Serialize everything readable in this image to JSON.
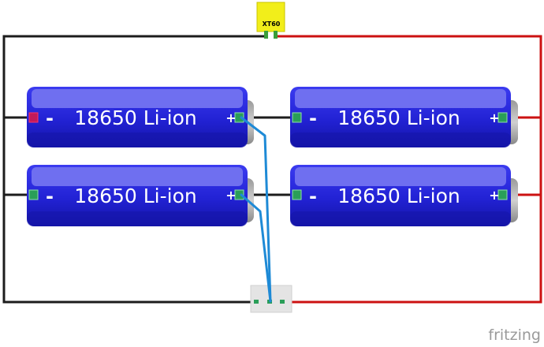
{
  "connector": {
    "label": "XT60",
    "color": "#f2ee1a"
  },
  "batteries": [
    {
      "id": "b1",
      "label": "18650 Li-ion",
      "neg": "-",
      "pos": "+"
    },
    {
      "id": "b2",
      "label": "18650 Li-ion",
      "neg": "-",
      "pos": "+"
    },
    {
      "id": "b3",
      "label": "18650 Li-ion",
      "neg": "-",
      "pos": "+"
    },
    {
      "id": "b4",
      "label": "18650 Li-ion",
      "neg": "-",
      "pos": "+"
    }
  ],
  "watermark": "fritzing",
  "colors": {
    "battery_body": "#2323d6",
    "battery_highlight": "#6f6ff0",
    "wire_negative": "#1c1c1c",
    "wire_positive": "#cc1111",
    "wire_bridge": "#1e8ad6",
    "terminal_pad": "#2a9e58"
  }
}
